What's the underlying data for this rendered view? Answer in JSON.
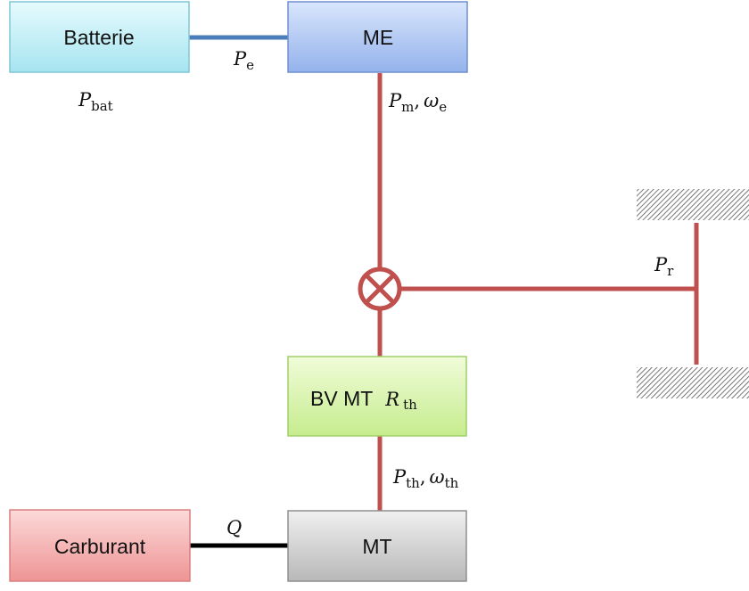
{
  "boxes": {
    "battery": {
      "label": "Batterie"
    },
    "me": {
      "label": "ME"
    },
    "gearbox": {
      "label": "BV MT",
      "symbol": "R",
      "symbol_sub": "th"
    },
    "mt": {
      "label": "MT"
    },
    "fuel": {
      "label": "Carburant"
    }
  },
  "labels": {
    "pe": {
      "symbol": "P",
      "sub": "e"
    },
    "pbat": {
      "symbol": "P",
      "sub": "bat"
    },
    "pm_omega_e": {
      "symbol": "P",
      "sub": "m",
      "sep": ",",
      "symbol2": "ω",
      "sub2": "e"
    },
    "pr": {
      "symbol": "P",
      "sub": "r"
    },
    "pth_omega_th": {
      "symbol": "P",
      "sub": "th",
      "sep": ",",
      "symbol2": "ω",
      "sub2": "th"
    },
    "q": {
      "symbol": "Q"
    }
  },
  "colors": {
    "battery_fill": "#c9f1f8",
    "me_fill": "#b3c9f4",
    "gearbox_fill": "#ddf6b4",
    "mt_fill": "#d6d6d6",
    "fuel_fill": "#f6b4b4",
    "electric_link": "#4a7ebb",
    "mechanical_link": "#c0504d",
    "fuel_link": "#000000"
  }
}
